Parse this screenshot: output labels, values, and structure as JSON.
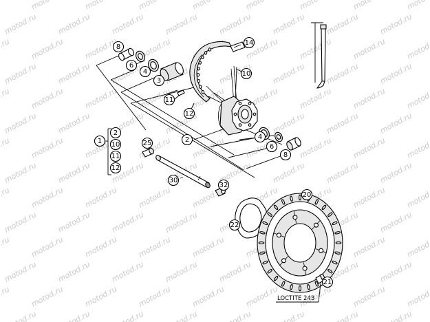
{
  "watermark": "motod.ru",
  "note": "LOCTITE 243",
  "callouts": [
    "8",
    "6",
    "4",
    "3",
    "11",
    "12",
    "14",
    "10",
    "2",
    "4",
    "6",
    "8",
    "25",
    "30",
    "32",
    "20",
    "22",
    "21",
    "1"
  ],
  "kit_items": [
    "2",
    "10",
    "11",
    "12"
  ]
}
